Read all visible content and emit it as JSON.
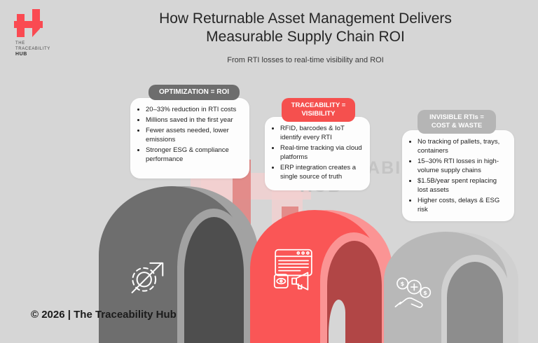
{
  "logo": {
    "line1": "THE",
    "line2": "TRACEABILITY",
    "line3": "HUB"
  },
  "header": {
    "title_line1": "How Returnable Asset Management Delivers",
    "title_line2": "Measurable Supply Chain ROI",
    "subtitle": "From RTI losses to real-time visibility and ROI"
  },
  "watermark": {
    "line1": "THE",
    "line2": "TRACEABILITY",
    "line3": "HUB"
  },
  "cards": [
    {
      "header": "OPTIMIZATION = ROI",
      "header_color": "#6d6d6d",
      "bullets": [
        "20–33% reduction in RTI costs",
        "Millions saved in the first year",
        "Fewer assets needed, lower emissions",
        "Stronger ESG & compliance performance"
      ]
    },
    {
      "header": "TRACEABILITY = VISIBILITY",
      "header_color": "#f5504e",
      "bullets": [
        "RFID, barcodes & IoT identify every RTI",
        "Real-time tracking via cloud platforms",
        "ERP integration creates a single source of truth"
      ]
    },
    {
      "header": "INVISIBLE RTIs = COST & WASTE",
      "header_color": "#b5b5b5",
      "bullets": [
        "No tracking of pallets, trays, containers",
        "15–30% RTI losses in high-volume supply chains",
        "$1.5B/year spent replacing lost assets",
        "Higher costs, delays & ESG risk"
      ]
    }
  ],
  "arches": [
    {
      "icon": "growth-gear-arrow",
      "face": "#6e6e6e",
      "side": "#a2a2a2",
      "hole": "#4e4e4e"
    },
    {
      "icon": "browser-visibility-megaphone",
      "face": "#fa5656",
      "side": "#fb9494",
      "hole": "#b14646"
    },
    {
      "icon": "hand-coins",
      "face": "#b8b8b8",
      "side": "#d0d0d0",
      "hole": "#8d8d8d"
    }
  ],
  "colors": {
    "background": "#d6d6d6",
    "brand_red": "#fa4a52",
    "card_bg": "#fdfdfd"
  },
  "footer": {
    "copyright": "© 2026 | The Traceability Hub"
  }
}
